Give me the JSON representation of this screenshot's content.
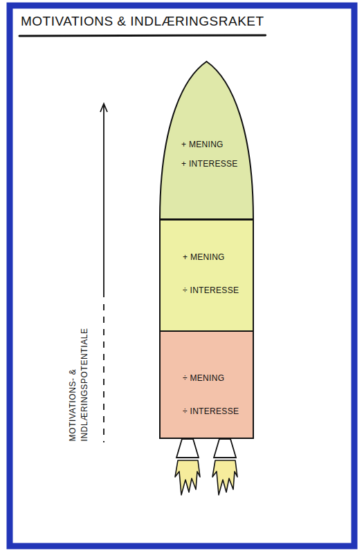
{
  "diagram": {
    "title": "MOTIVATIONS & INDLÆRINGSRAKET",
    "nodes": [
      {
        "text": [
          "+ MENING",
          "+ INTERESSE"
        ]
      },
      {
        "text": [
          "+ MENING",
          "÷ INTERESSE"
        ]
      },
      {
        "text": [
          "÷ MENING",
          "÷ INTERESSE"
        ]
      }
    ],
    "labels": [
      "MOTIVATIONS- & INDLÆRINGSPOTENTIALE"
    ]
  }
}
